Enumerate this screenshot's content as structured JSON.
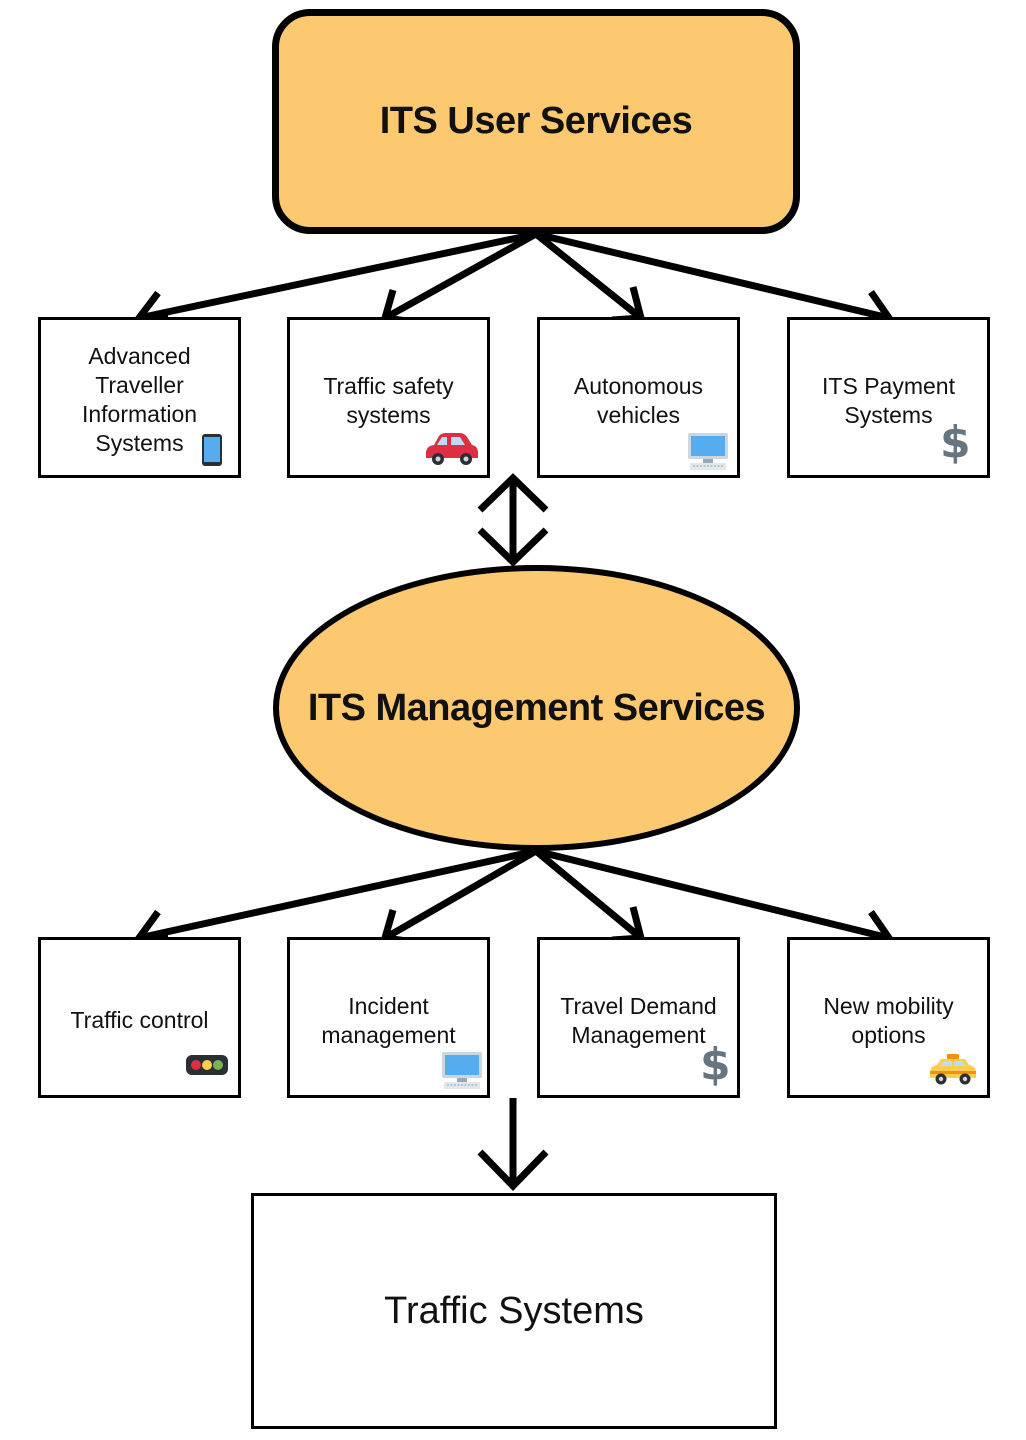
{
  "top_node": {
    "label": "ITS User Services"
  },
  "user_services": [
    {
      "label": "Advanced Traveller Information Systems",
      "icon": "smartphone-icon"
    },
    {
      "label": "Traffic safety systems",
      "icon": "red-car-icon"
    },
    {
      "label": "Autonomous vehicles",
      "icon": "computer-icon"
    },
    {
      "label": "ITS Payment Systems",
      "icon": "dollar-icon"
    }
  ],
  "middle_node": {
    "label": "ITS Management Services"
  },
  "management_services": [
    {
      "label": "Traffic control",
      "icon": "traffic-light-icon"
    },
    {
      "label": "Incident management",
      "icon": "computer-icon"
    },
    {
      "label": "Travel Demand Management",
      "icon": "dollar-icon"
    },
    {
      "label": "New mobility options",
      "icon": "taxi-icon"
    }
  ],
  "bottom_node": {
    "label": "Traffic Systems"
  },
  "colors": {
    "node_fill": "#fcc970",
    "stroke": "#000000"
  }
}
